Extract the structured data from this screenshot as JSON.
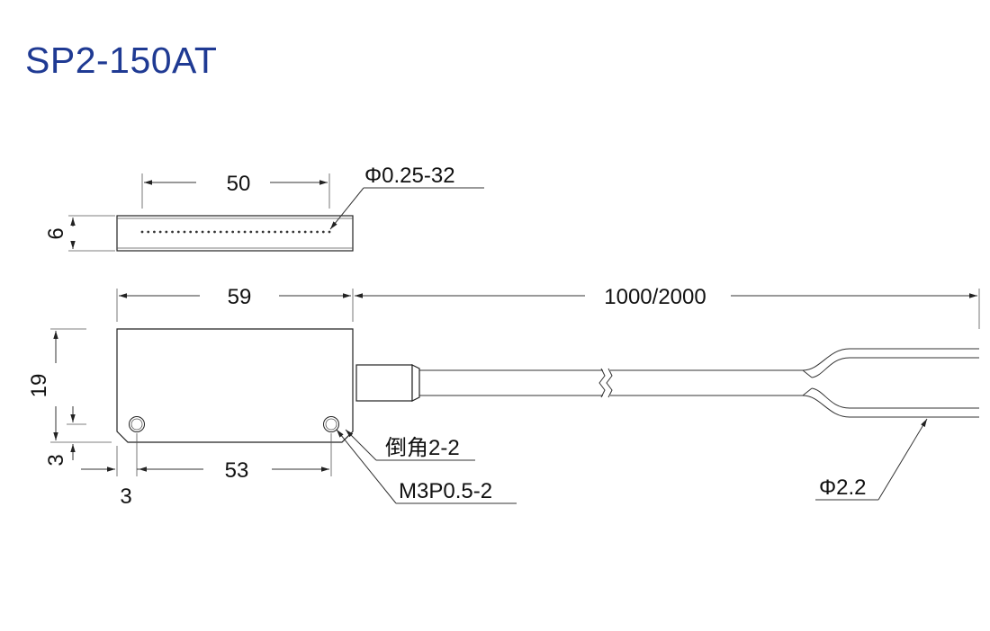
{
  "title": "SP2-150AT",
  "accent_color": "#1f3a93",
  "dimensions": {
    "top_length": "50",
    "hole_spec": "Φ0.25-32",
    "top_height": "6",
    "body_length": "59",
    "cable_length": "1000/2000",
    "body_height": "19",
    "hole_offset_v": "3",
    "hole_offset_h": "3",
    "hole_pitch": "53",
    "chamfer": "倒角2-2",
    "screw_spec": "M3P0.5-2",
    "cable_diameter": "Φ2.2"
  }
}
